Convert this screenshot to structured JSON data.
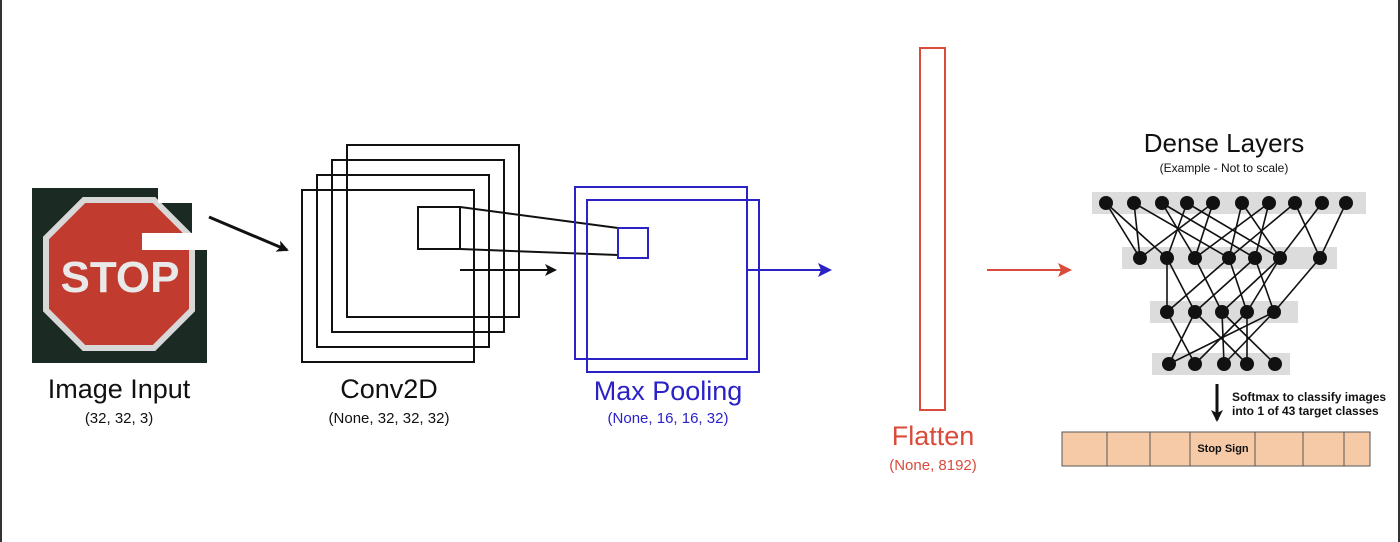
{
  "image_input": {
    "title": "Image Input",
    "shape": "(32, 32, 3)",
    "sign_text": "STOP"
  },
  "conv2d": {
    "title": "Conv2D",
    "shape": "(None, 32, 32, 32)"
  },
  "max_pooling": {
    "title": "Max Pooling",
    "shape": "(None, 16, 16, 32)"
  },
  "flatten": {
    "title": "Flatten",
    "shape": "(None, 8192)"
  },
  "dense": {
    "title": "Dense Layers",
    "subtitle": "(Example - Not to scale)",
    "softmax_line1": "Softmax to classify images",
    "softmax_line2": "into 1 of 43 target classes",
    "output_label": "Stop Sign"
  },
  "colors": {
    "black": "#111111",
    "pool_blue": "#2b22c6",
    "flatten_red": "#d94b3b",
    "output_fill": "#f6caa7",
    "band_gray": "#dcdcdc",
    "stop_red": "#c0392b"
  }
}
